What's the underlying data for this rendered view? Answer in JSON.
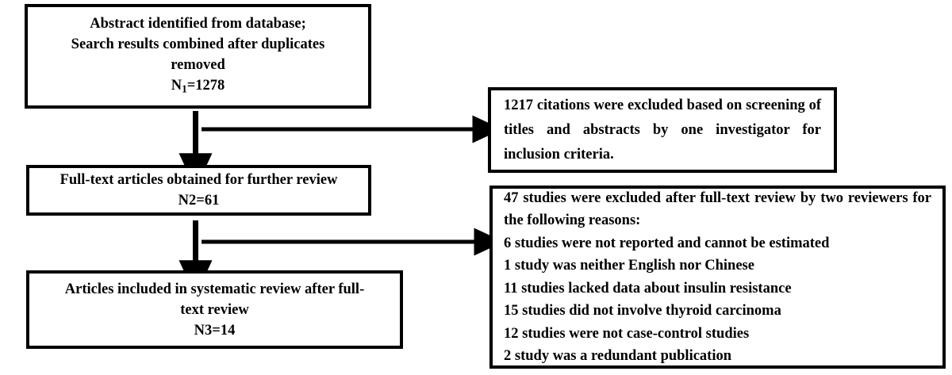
{
  "diagram": {
    "type": "prisma-flow-diagram",
    "boxes": {
      "identified": {
        "lines": [
          "Abstract identified from database;",
          "Search results combined after duplicates",
          "removed"
        ],
        "count_label_prefix": "N",
        "count_label_sub": "1",
        "count_label_suffix": "=1278",
        "n_value": 1278
      },
      "fulltext": {
        "lines": [
          "Full-text articles obtained for further review"
        ],
        "count_label": "N2=61",
        "n_value": 61
      },
      "included": {
        "lines": [
          "Articles included in systematic review after full-",
          "text review"
        ],
        "count_label": "N3=14",
        "n_value": 14
      },
      "excluded_screening": {
        "text": "1217 citations were excluded based on screening of titles and abstracts by one investigator for inclusion criteria.",
        "excluded_count": 1217
      },
      "excluded_fulltext": {
        "intro": "47 studies were excluded after full-text review by two reviewers for the following reasons:",
        "excluded_count": 47,
        "reasons": [
          "6 studies were not reported and cannot be estimated",
          "1 study was neither English nor Chinese",
          "11 studies lacked data about insulin resistance",
          "15 studies did not involve thyroid carcinoma",
          "12 studies were not case-control studies",
          "2 study was a redundant publication"
        ]
      }
    },
    "colors": {
      "border": "#000000",
      "background": "#ffffff",
      "text": "#000000",
      "connector": "#000000"
    }
  }
}
